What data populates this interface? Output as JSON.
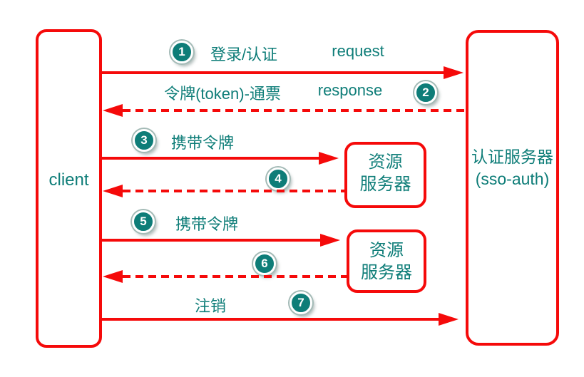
{
  "colors": {
    "arrow_red": "#f50a0a",
    "text_teal": "#0e7d78"
  },
  "nodes": {
    "client": {
      "label": "client"
    },
    "auth_server": {
      "line1": "认证服务器",
      "line2": "(sso-auth)"
    },
    "resource_server_1": {
      "line1": "资源",
      "line2": "服务器"
    },
    "resource_server_2": {
      "line1": "资源",
      "line2": "服务器"
    }
  },
  "steps": [
    {
      "num": "1",
      "label": "登录/认证",
      "sublabel": "request",
      "arrow": "solid",
      "direction": "right",
      "from": "client",
      "to": "auth_server"
    },
    {
      "num": "2",
      "label": "令牌(token)-通票",
      "sublabel": "response",
      "arrow": "dashed",
      "direction": "left",
      "from": "auth_server",
      "to": "client"
    },
    {
      "num": "3",
      "label": "携带令牌",
      "arrow": "solid",
      "direction": "right",
      "from": "client",
      "to": "resource_server_1"
    },
    {
      "num": "4",
      "arrow": "dashed",
      "direction": "left",
      "from": "resource_server_1",
      "to": "client"
    },
    {
      "num": "5",
      "label": "携带令牌",
      "arrow": "solid",
      "direction": "right",
      "from": "client",
      "to": "resource_server_2"
    },
    {
      "num": "6",
      "arrow": "dashed",
      "direction": "left",
      "from": "resource_server_2",
      "to": "client"
    },
    {
      "num": "7",
      "label": "注销",
      "arrow": "solid",
      "direction": "right",
      "from": "client",
      "to": "auth_server"
    }
  ]
}
